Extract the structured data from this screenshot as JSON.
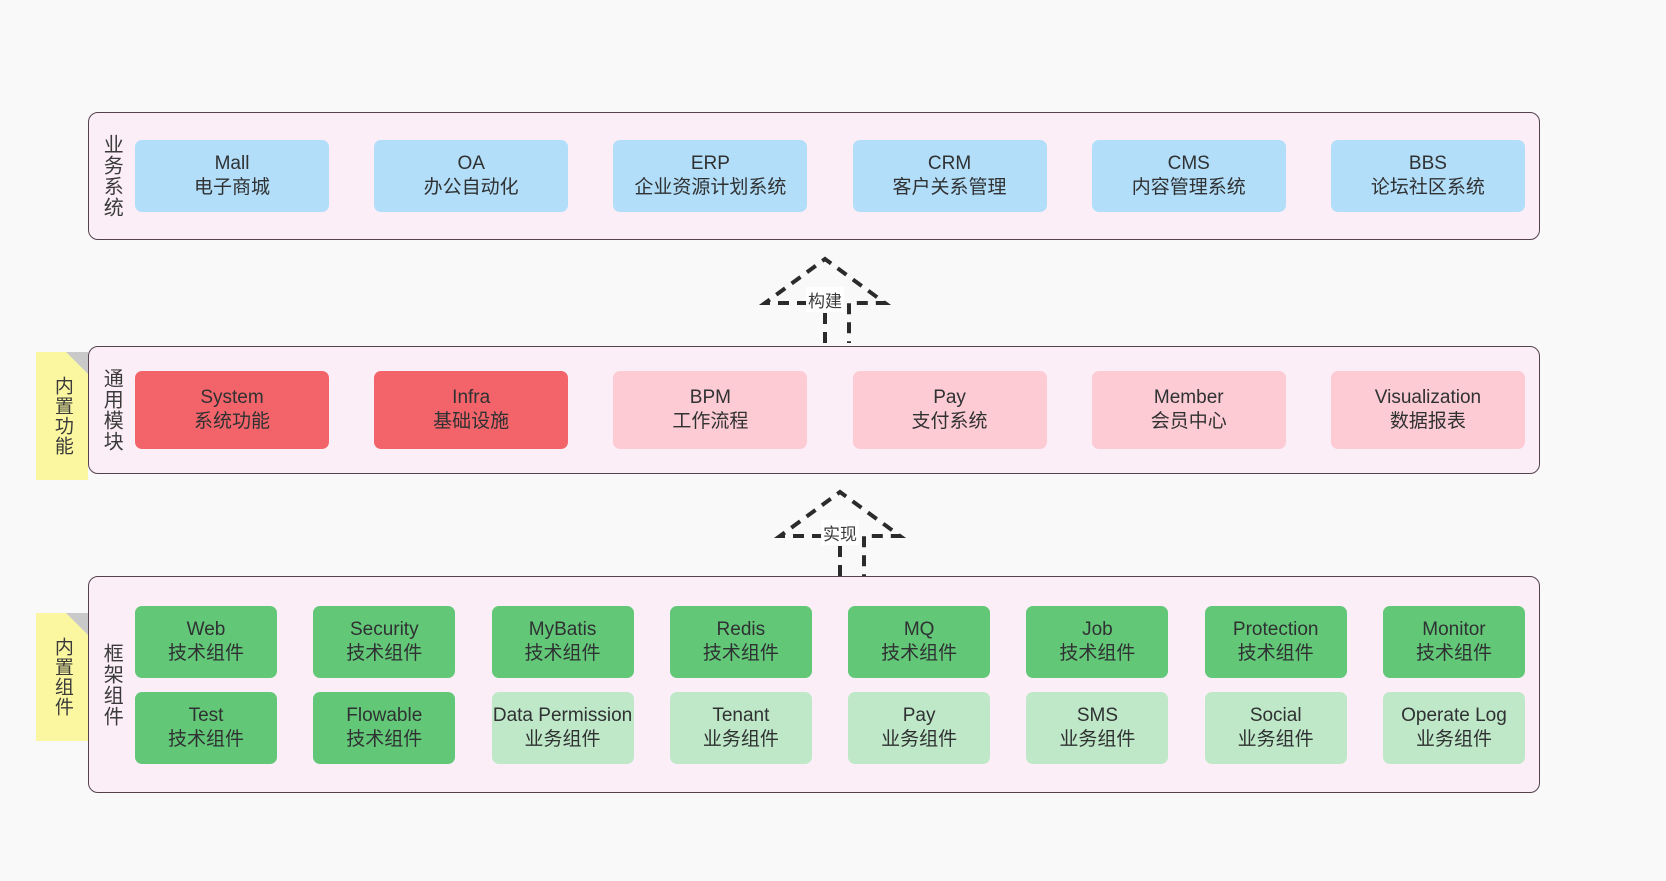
{
  "diagram": {
    "background_color": "#f9f9f9",
    "band_fill": "#fbeef6",
    "band_border": "#55424d",
    "colors": {
      "blue": "#b3def9",
      "red": "#f2646a",
      "pink_light": "#fccbd4",
      "green": "#62c878",
      "green_light": "#bfe8c8",
      "sticky_yellow": "#fbf7a0",
      "fold_gray": "#c9c9c9"
    }
  },
  "layers": {
    "business": {
      "title": "业务系统",
      "nodes": [
        {
          "name": "Mall",
          "desc": "电子商城"
        },
        {
          "name": "OA",
          "desc": "办公自动化"
        },
        {
          "name": "ERP",
          "desc": "企业资源计划系统"
        },
        {
          "name": "CRM",
          "desc": "客户关系管理"
        },
        {
          "name": "CMS",
          "desc": "内容管理系统"
        },
        {
          "name": "BBS",
          "desc": "论坛社区系统"
        }
      ]
    },
    "common": {
      "title": "通用模块",
      "sticky": "内置功能",
      "nodes": [
        {
          "name": "System",
          "desc": "系统功能",
          "style": "red"
        },
        {
          "name": "Infra",
          "desc": "基础设施",
          "style": "red"
        },
        {
          "name": "BPM",
          "desc": "工作流程",
          "style": "pinkly"
        },
        {
          "name": "Pay",
          "desc": "支付系统",
          "style": "pinkly"
        },
        {
          "name": "Member",
          "desc": "会员中心",
          "style": "pinkly"
        },
        {
          "name": "Visualization",
          "desc": "数据报表",
          "style": "pinkly"
        }
      ]
    },
    "framework": {
      "title": "框架组件",
      "sticky": "内置组件",
      "row1": [
        {
          "name": "Web",
          "desc": "技术组件",
          "style": "green"
        },
        {
          "name": "Security",
          "desc": "技术组件",
          "style": "green"
        },
        {
          "name": "MyBatis",
          "desc": "技术组件",
          "style": "green"
        },
        {
          "name": "Redis",
          "desc": "技术组件",
          "style": "green"
        },
        {
          "name": "MQ",
          "desc": "技术组件",
          "style": "green"
        },
        {
          "name": "Job",
          "desc": "技术组件",
          "style": "green"
        },
        {
          "name": "Protection",
          "desc": "技术组件",
          "style": "green"
        },
        {
          "name": "Monitor",
          "desc": "技术组件",
          "style": "green"
        }
      ],
      "row2": [
        {
          "name": "Test",
          "desc": "技术组件",
          "style": "green"
        },
        {
          "name": "Flowable",
          "desc": "技术组件",
          "style": "green"
        },
        {
          "name": "Data Permission",
          "desc": "业务组件",
          "style": "greenly"
        },
        {
          "name": "Tenant",
          "desc": "业务组件",
          "style": "greenly"
        },
        {
          "name": "Pay",
          "desc": "业务组件",
          "style": "greenly"
        },
        {
          "name": "SMS",
          "desc": "业务组件",
          "style": "greenly"
        },
        {
          "name": "Social",
          "desc": "业务组件",
          "style": "greenly"
        },
        {
          "name": "Operate Log",
          "desc": "业务组件",
          "style": "greenly"
        }
      ]
    }
  },
  "connectors": [
    {
      "id": "build",
      "label": "构建"
    },
    {
      "id": "implement",
      "label": "实现"
    }
  ]
}
